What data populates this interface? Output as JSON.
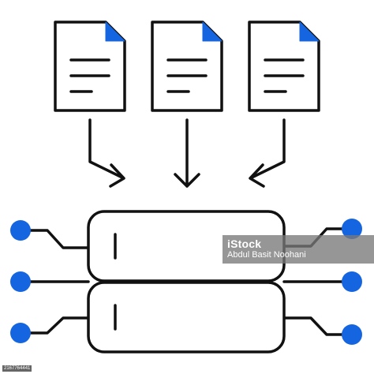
{
  "icon": {
    "concept": "documents-into-database",
    "colors": {
      "stroke": "#111111",
      "accent": "#1565e0",
      "background": "#ffffff"
    },
    "documents": [
      {
        "name": "document-icon-left"
      },
      {
        "name": "document-icon-center"
      },
      {
        "name": "document-icon-right"
      }
    ],
    "server_units": 2,
    "connector_nodes_per_side": 3
  },
  "watermark": {
    "brand": "iStock",
    "credit": "Abdul Basit Noohani",
    "stock_id": "2167764441"
  }
}
